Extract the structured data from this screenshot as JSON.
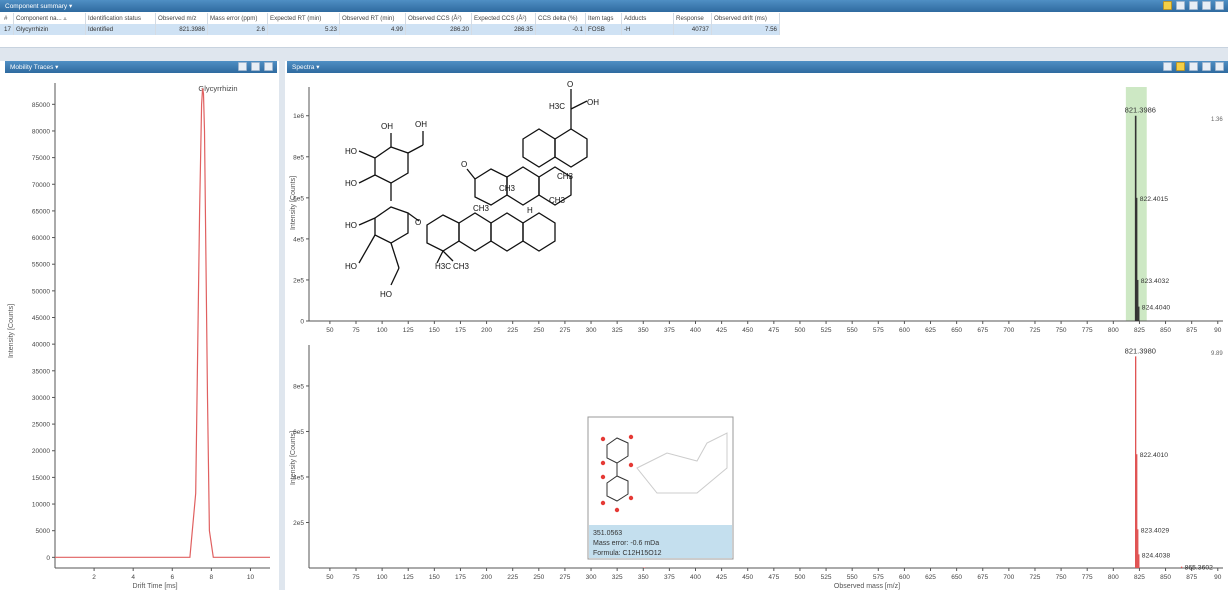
{
  "summary": {
    "title": "Component summary ▾",
    "columns": [
      "#",
      "Component na... ▵",
      "Identification status",
      "Observed m/z",
      "Mass error (ppm)",
      "Expected RT (min)",
      "Observed RT (min)",
      "Observed CCS (Å²)",
      "Expected CCS (Å²)",
      "CCS delta (%)",
      "Item tags",
      "Adducts",
      "Response",
      "Observed drift (ms)"
    ],
    "row": {
      "index": "17",
      "component": "Glycyrrhizin",
      "status": "Identified",
      "mz": "821.3986",
      "mass_error": "2.6",
      "expected_rt": "5.23",
      "observed_rt": "4.99",
      "observed_ccs": "286.20",
      "expected_ccs": "286.35",
      "ccs_delta": "-0.1",
      "item_tags": "FOSB",
      "adducts": "-H",
      "response": "40737",
      "drift": "7.56"
    }
  },
  "mobility": {
    "title": "Mobility Traces ▾",
    "peak_label": "Glycyrrhizin",
    "trace_color": "#e06060"
  },
  "spectra": {
    "title": "Spectra ▾",
    "corner_top": "1.36",
    "corner_bottom": "9.89",
    "top_labels": [
      "821.3986",
      "822.4015",
      "823.4032",
      "824.4040"
    ],
    "bottom_labels": [
      "821.3980",
      "822.4010",
      "823.4029",
      "824.4038",
      "865.3602"
    ],
    "highlight_color": "#cde8c4",
    "fragment": {
      "mz": "351.0563",
      "error": "Mass error: -0.6 mDa",
      "formula": "Formula: C12H15O12"
    }
  },
  "chart_data": [
    {
      "type": "line",
      "xlabel": "Drift Time [ms]",
      "ylabel": "Intensity [Counts]",
      "xlim": [
        0,
        11
      ],
      "ylim": [
        -2000,
        89000
      ],
      "xticks": [
        2,
        4,
        6,
        8,
        10
      ],
      "yticks": [
        0,
        5000,
        10000,
        15000,
        20000,
        25000,
        30000,
        35000,
        40000,
        45000,
        50000,
        55000,
        60000,
        65000,
        70000,
        75000,
        80000,
        85000
      ],
      "series": [
        {
          "x": [
            0,
            6.9,
            7.2,
            7.4,
            7.5,
            7.55,
            7.6,
            7.65,
            7.8,
            7.9,
            8.1,
            11
          ],
          "y": [
            0,
            0,
            12000,
            65000,
            85000,
            88000,
            87000,
            80000,
            30000,
            5000,
            0,
            0
          ]
        }
      ]
    },
    {
      "type": "bar",
      "ylabel": "Intensity [Counts]",
      "xlim": [
        30,
        905
      ],
      "ylim": [
        0,
        1140000
      ],
      "xticks": [
        50,
        75,
        100,
        125,
        150,
        175,
        200,
        225,
        250,
        275,
        300,
        325,
        350,
        375,
        400,
        425,
        450,
        475,
        500,
        525,
        550,
        575,
        600,
        625,
        650,
        675,
        700,
        725,
        750,
        775,
        800,
        825,
        850,
        875,
        "90"
      ],
      "yticks": [
        0,
        "2e5",
        "4e5",
        "6e5",
        "8e5",
        "1e6"
      ],
      "series": [
        {
          "x": [
            821.3986,
            822.4015,
            823.4032,
            824.404
          ],
          "y": [
            1000000,
            600000,
            200000,
            70000
          ]
        }
      ]
    },
    {
      "type": "bar",
      "xlabel": "Observed mass [m/z]",
      "ylabel": "Intensity [Counts]",
      "xlim": [
        30,
        905
      ],
      "ylim": [
        0,
        980000
      ],
      "xticks": [
        50,
        75,
        100,
        125,
        150,
        175,
        200,
        225,
        250,
        275,
        300,
        325,
        350,
        375,
        400,
        425,
        450,
        475,
        500,
        525,
        550,
        575,
        600,
        625,
        650,
        675,
        700,
        725,
        750,
        775,
        800,
        825,
        850,
        875,
        "90"
      ],
      "yticks": [
        "2e5",
        "4e5",
        "6e5",
        "8e5"
      ],
      "series": [
        {
          "x": [
            351.0563,
            821.398,
            822.401,
            823.4029,
            824.4038,
            865.3602
          ],
          "y": [
            2500,
            930000,
            500000,
            170000,
            60000,
            6000
          ]
        }
      ]
    }
  ]
}
